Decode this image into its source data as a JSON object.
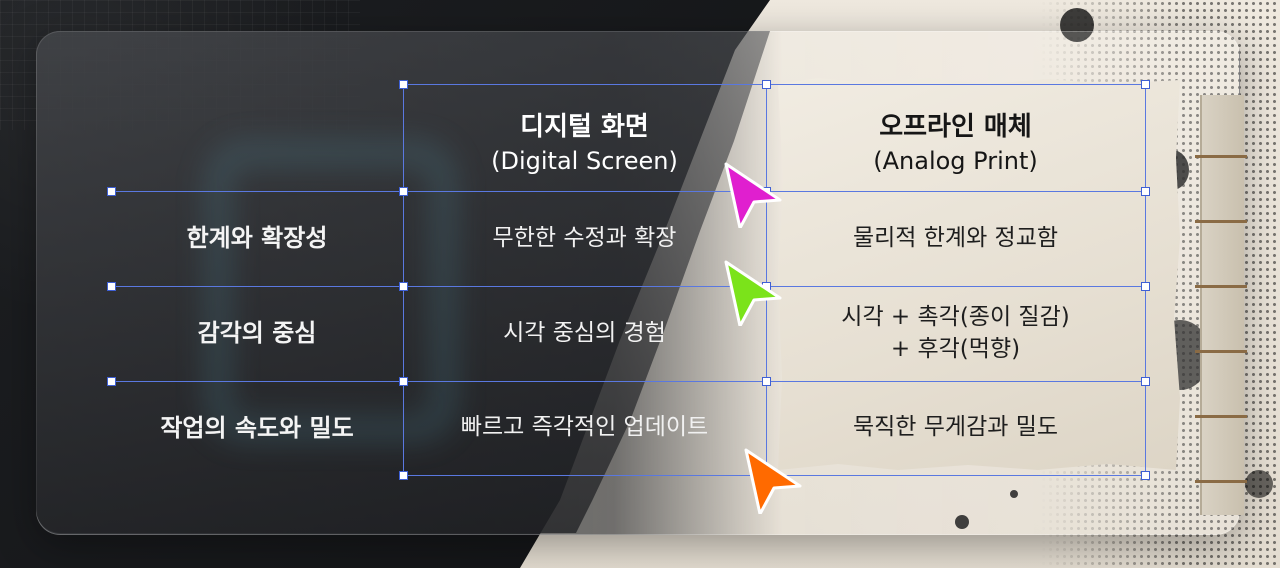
{
  "columns": [
    {
      "title": "디지털 화면",
      "subtitle": "(Digital Screen)"
    },
    {
      "title": "오프라인 매체",
      "subtitle": "(Analog Print)"
    }
  ],
  "rows": [
    {
      "label": "한계와 확장성",
      "digital": "무한한 수정과 확장",
      "analog_lines": [
        "물리적 한계와 정교함"
      ]
    },
    {
      "label": "감각의 중심",
      "digital": "시각 중심의 경험",
      "analog_lines": [
        "시각 + 촉각(종이 질감)",
        "+ 후각(먹향)"
      ]
    },
    {
      "label": "작업의 속도와 밀도",
      "digital": "빠르고 즉각적인 업데이트",
      "analog_lines": [
        "묵직한 무게감과 밀도"
      ]
    }
  ],
  "cursors": [
    {
      "icon": "cursor-arrow-icon",
      "color": "#e01fcf"
    },
    {
      "icon": "cursor-arrow-icon",
      "color": "#7be31a"
    },
    {
      "icon": "cursor-arrow-icon",
      "color": "#ff6a00"
    }
  ],
  "colors": {
    "grid_line": "#5a78e0",
    "handle_border": "#3e5fd4",
    "paper": "#ece6dc",
    "panel": "#2b2d31"
  }
}
